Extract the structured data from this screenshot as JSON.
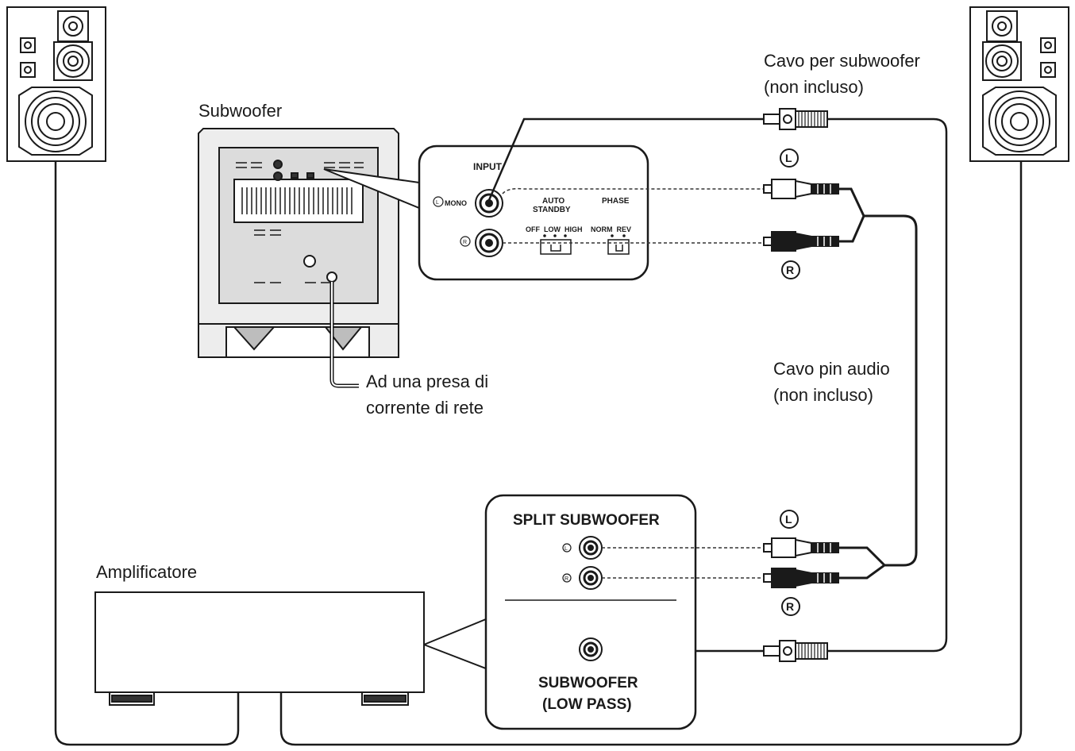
{
  "labels": {
    "subwoofer": "Subwoofer",
    "amplifier": "Amplificatore",
    "sub_cable_line1": "Cavo per subwoofer",
    "sub_cable_line2": "(non incluso)",
    "pin_cable_line1": "Cavo pin audio",
    "pin_cable_line2": "(non incluso)",
    "outlet_line1": "Ad una presa di",
    "outlet_line2": "corrente di rete"
  },
  "sub_panel": {
    "input": "INPUT",
    "l_mono": "MONO",
    "auto_standby_1": "AUTO",
    "auto_standby_2": "STANDBY",
    "standby_opts": "OFF  LOW  HIGH",
    "phase": "PHASE",
    "phase_opts": "NORM  REV"
  },
  "amp_panel": {
    "split_subwoofer": "SPLIT SUBWOOFER",
    "subwoofer_out_1": "SUBWOOFER",
    "subwoofer_out_2": "(LOW PASS)"
  },
  "channel_marks": {
    "left": "L",
    "right": "R"
  }
}
